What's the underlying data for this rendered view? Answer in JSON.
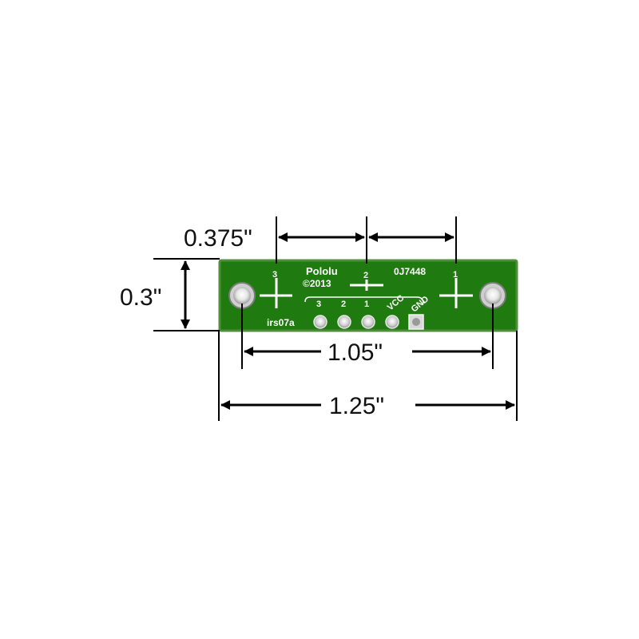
{
  "dimensions": {
    "sensor_spacing": "0.375\"",
    "board_height": "0.3\"",
    "hole_spacing": "1.05\"",
    "board_width": "1.25\""
  },
  "board": {
    "brand": "Pololu",
    "copyright": "©2013",
    "part_code": "0J7448",
    "model": "irs07a",
    "sensor_labels": [
      "3",
      "2",
      "1"
    ],
    "pin_labels": [
      "3",
      "2",
      "1",
      "VCC",
      "GND"
    ]
  },
  "colors": {
    "pcb": "#1f7a10",
    "pcb_edge": "#4f8f3a",
    "silkscreen": "#ffffff",
    "pad": "#d9d9d9",
    "dimension_line": "#000000"
  }
}
